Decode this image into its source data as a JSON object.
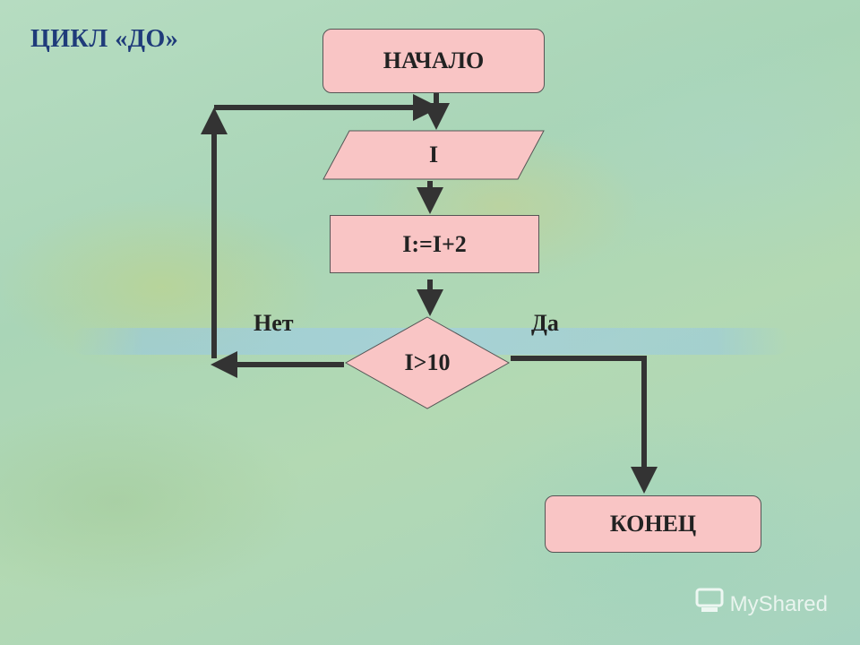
{
  "title": "ЦИКЛ «ДО»",
  "nodes": {
    "start": "НАЧАЛО",
    "input": "I",
    "process": "I:=I+2",
    "condition": "I>10",
    "end": "КОНЕЦ"
  },
  "branches": {
    "no": "Нет",
    "yes": "Да"
  },
  "watermark": "MyShared",
  "colors": {
    "node_fill": "#f9c5c5",
    "title": "#1f3b7a",
    "arrow": "#333333"
  }
}
